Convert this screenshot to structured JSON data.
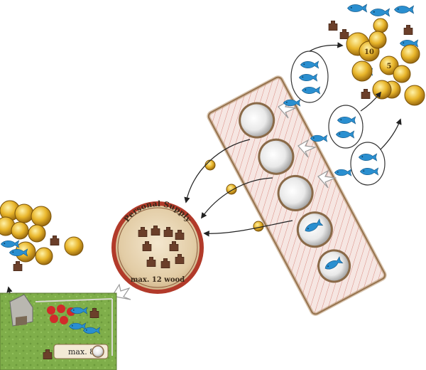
{
  "personal_supply": {
    "title": "Personal Supply",
    "limit_label": "max. 12 wood"
  },
  "farm": {
    "limit_label": "max. 8"
  },
  "coin_value_labels": [
    "10",
    "5"
  ],
  "colors": {
    "fish": "#2a8fd0",
    "wood": "#6b3f2a",
    "coin": "#e8b52a",
    "board_border": "#b23a2a"
  },
  "icons": [
    "fish-token-icon",
    "wood-token-icon",
    "coin-icon",
    "boat-slot-icon",
    "arrow-icon"
  ]
}
